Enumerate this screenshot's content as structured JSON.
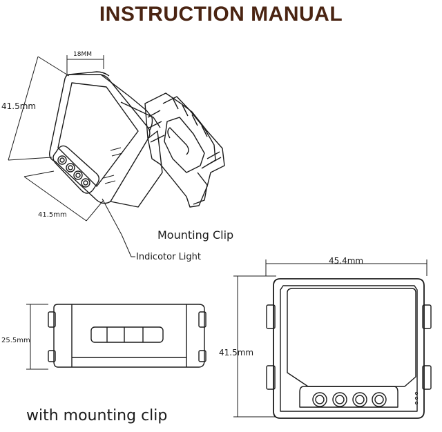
{
  "title": "INSTRUCTION MANUAL",
  "colors": {
    "title": "#4a2412",
    "line": "#1a1a1a"
  },
  "labels": {
    "dim_18": "18MM",
    "dim_415_left": "41.5mm",
    "dim_415_bottom": "41.5mm",
    "mounting_clip": "Mounting Clip",
    "indicator_light": "Indicotor Light",
    "dim_255": "25.5mm",
    "dim_454": "45.4mm",
    "dim_415_front": "41.5mm",
    "caption": "with mounting clip"
  }
}
